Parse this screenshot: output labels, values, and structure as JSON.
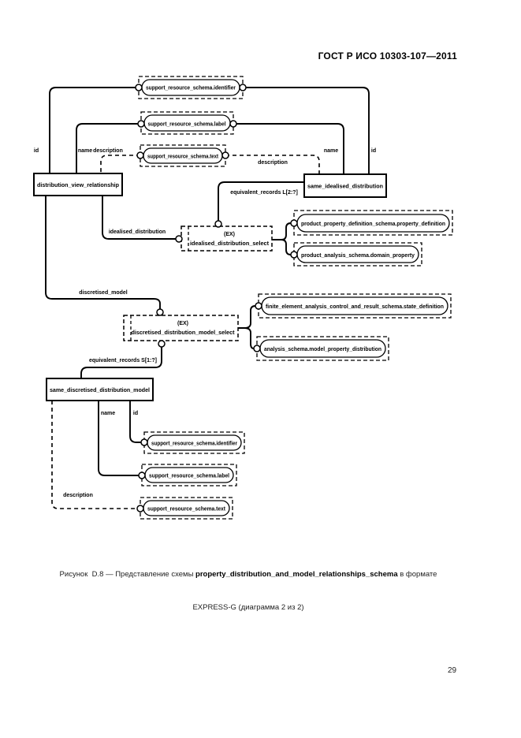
{
  "page": {
    "header": "ГОСТ Р ИСО 10303-107—2011",
    "page_number": "29"
  },
  "caption": {
    "prefix": "Рисунок  D.8 — Представление схемы ",
    "schema_name": "property_distribution_and_model_relationships_schema",
    "suffix": " в формате",
    "line2": "EXPRESS-G (диаграмма 2 из 2)"
  },
  "diagram": {
    "entities": {
      "distribution_view_relationship": "distribution_view_relationship",
      "same_idealised_distribution": "same_idealised_distribution",
      "same_discretised_distribution_model": "same_discretised_distribution_model"
    },
    "selects": {
      "tag": "(EX)",
      "idealised": "idealised_distribution_select",
      "discretised": "discretised_distribution_model_select"
    },
    "type_refs": {
      "sr_identifier": "support_resource_schema.identifier",
      "sr_label": "support_resource_schema.label",
      "sr_text": "support_resource_schema.text",
      "ppd_property_definition": "product_property_definition_schema.property_definition",
      "pa_domain_property": "product_analysis_schema.domain_property",
      "fea_state_definition": "finite_element_analysis_control_and_result_schema.state_definition",
      "as_model_property_distribution": "analysis_schema.model_property_distribution"
    },
    "attributes": {
      "id": "id",
      "name": "name",
      "description": "description",
      "equivalent_records_l": "equivalent_records L[2:?]",
      "idealised_distribution": "idealised_distribution",
      "discretised_model": "discretised_model",
      "equivalent_records_s": "equivalent_records S[1:?]"
    }
  }
}
